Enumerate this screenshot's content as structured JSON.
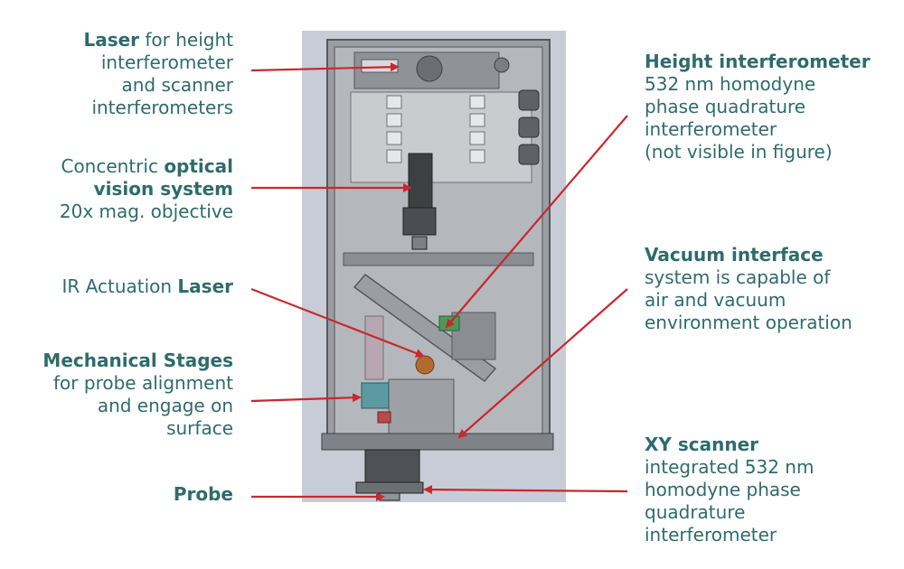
{
  "labels": {
    "laser": {
      "bold": "Laser",
      "rest": " for height",
      "lines": [
        "interferometer",
        "and scanner",
        "interferometers"
      ]
    },
    "optical": {
      "pre": "Concentric ",
      "bold": "optical",
      "bold2": "vision system",
      "line3": "20x mag. objective"
    },
    "ir": {
      "pre": "IR Actuation ",
      "bold": "Laser"
    },
    "stages": {
      "bold": "Mechanical Stages",
      "lines": [
        "for probe alignment",
        "and engage on",
        "surface"
      ]
    },
    "probe": {
      "bold": "Probe"
    },
    "height": {
      "bold": "Height interferometer",
      "lines": [
        "532 nm homodyne",
        "phase quadrature",
        "interferometer",
        "(not visible in figure)"
      ]
    },
    "vacuum": {
      "bold": "Vacuum interface",
      "lines": [
        "system is capable of",
        "air and vacuum",
        "environment operation"
      ]
    },
    "xy": {
      "bold": "XY scanner",
      "lines": [
        "integrated 532 nm",
        "homodyne phase",
        "quadrature",
        "interferometer"
      ]
    }
  },
  "colors": {
    "text": "#2f6b6b",
    "arrow": "#c8282e",
    "panel": "#c7ccd6",
    "frame": "#6f7276"
  }
}
